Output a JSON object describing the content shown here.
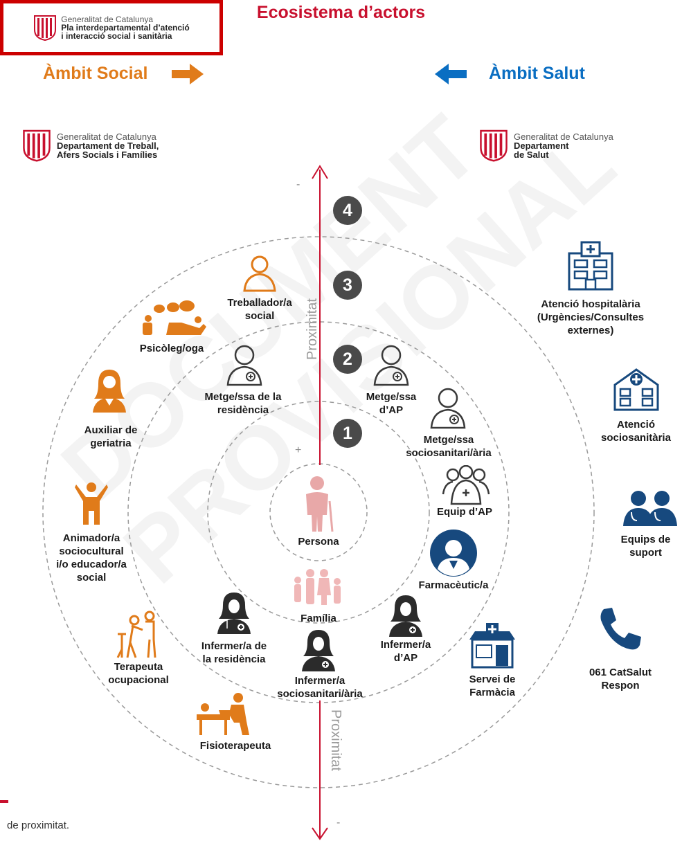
{
  "header": {
    "title": "Ecosistema d’actors",
    "left_label": "Àmbit Social",
    "right_label": "Àmbit Salut"
  },
  "plan_logo": {
    "line1": "Generalitat de Catalunya",
    "line2": "Pla interdepartamental d’atenció",
    "line3": "i interacció social i sanitària"
  },
  "dept_social": {
    "line1": "Generalitat de Catalunya",
    "line2": "Departament de Treball,",
    "line3": "Afers Socials i Famílies"
  },
  "dept_salut": {
    "line1": "Generalitat de Catalunya",
    "line2": "Departament",
    "line3": "de Salut"
  },
  "levels": [
    "1",
    "2",
    "3",
    "4"
  ],
  "axis": {
    "proximity_label": "Proximitat",
    "minus": "-",
    "plus": "+"
  },
  "center": {
    "persona": "Persona",
    "familia": "Família"
  },
  "actors_social": {
    "treballador_l1": "Treballador/a",
    "treballador_l2": "social",
    "psicoleg": "Psicòleg/oga",
    "auxiliar_l1": "Auxiliar de",
    "auxiliar_l2": "geriatria",
    "animador_l1": "Animador/a",
    "animador_l2": "sociocultural",
    "animador_l3": "i/o educador/a",
    "animador_l4": "social",
    "terapeuta_l1": "Terapeuta",
    "terapeuta_l2": "ocupacional",
    "fisio": "Fisioterapeuta",
    "metge_res_l1": "Metge/ssa de la",
    "metge_res_l2": "residència",
    "infermer_res_l1": "Infermer/a de",
    "infermer_res_l2": "la residència"
  },
  "actors_salut": {
    "metge_ap_l1": "Metge/ssa",
    "metge_ap_l2": "d’AP",
    "metge_soc_l1": "Metge/ssa",
    "metge_soc_l2": "sociosanitari/ària",
    "equip_ap": "Equip d’AP",
    "farmaceutic": "Farmacèutic/a",
    "infermer_ap_l1": "Infermer/a",
    "infermer_ap_l2": "d’AP",
    "infermer_soc_l1": "Infermer/a",
    "infermer_soc_l2": "sociosanitari/ària",
    "farmacia_l1": "Servei de",
    "farmacia_l2": "Farmàcia",
    "hosp_l1": "Atenció hospitalària",
    "hosp_l2": "(Urgències/Consultes",
    "hosp_l3": "externes)",
    "sociosan_l1": "Atenció",
    "sociosan_l2": "sociosanitària",
    "equips_l1": "Equips de",
    "equips_l2": "suport",
    "tel_l1": "061 CatSalut",
    "tel_l2": "Respon"
  },
  "footer": {
    "caption": "de proximitat."
  },
  "watermark": {
    "line1": "DOCUMENT",
    "line2": "PROVISIONAL"
  },
  "colors": {
    "title_red": "#c8102e",
    "social_orange": "#e07b1a",
    "salut_blue": "#0a6ec2",
    "icon_dark": "#2b2b2b",
    "icon_navy": "#17497e",
    "persona_pink": "#e8a8a8"
  },
  "icons": [
    "generalitat-logo-icon",
    "arrow-right-icon",
    "arrow-left-icon",
    "social-worker-icon",
    "psychologist-icon",
    "geriatric-assistant-icon",
    "animator-icon",
    "occupational-therapist-icon",
    "physiotherapist-icon",
    "doctor-icon",
    "nurse-icon",
    "team-icon",
    "pharmacist-icon",
    "pharmacy-icon",
    "hospital-icon",
    "social-health-center-icon",
    "support-team-icon",
    "phone-icon",
    "person-icon",
    "family-icon"
  ]
}
